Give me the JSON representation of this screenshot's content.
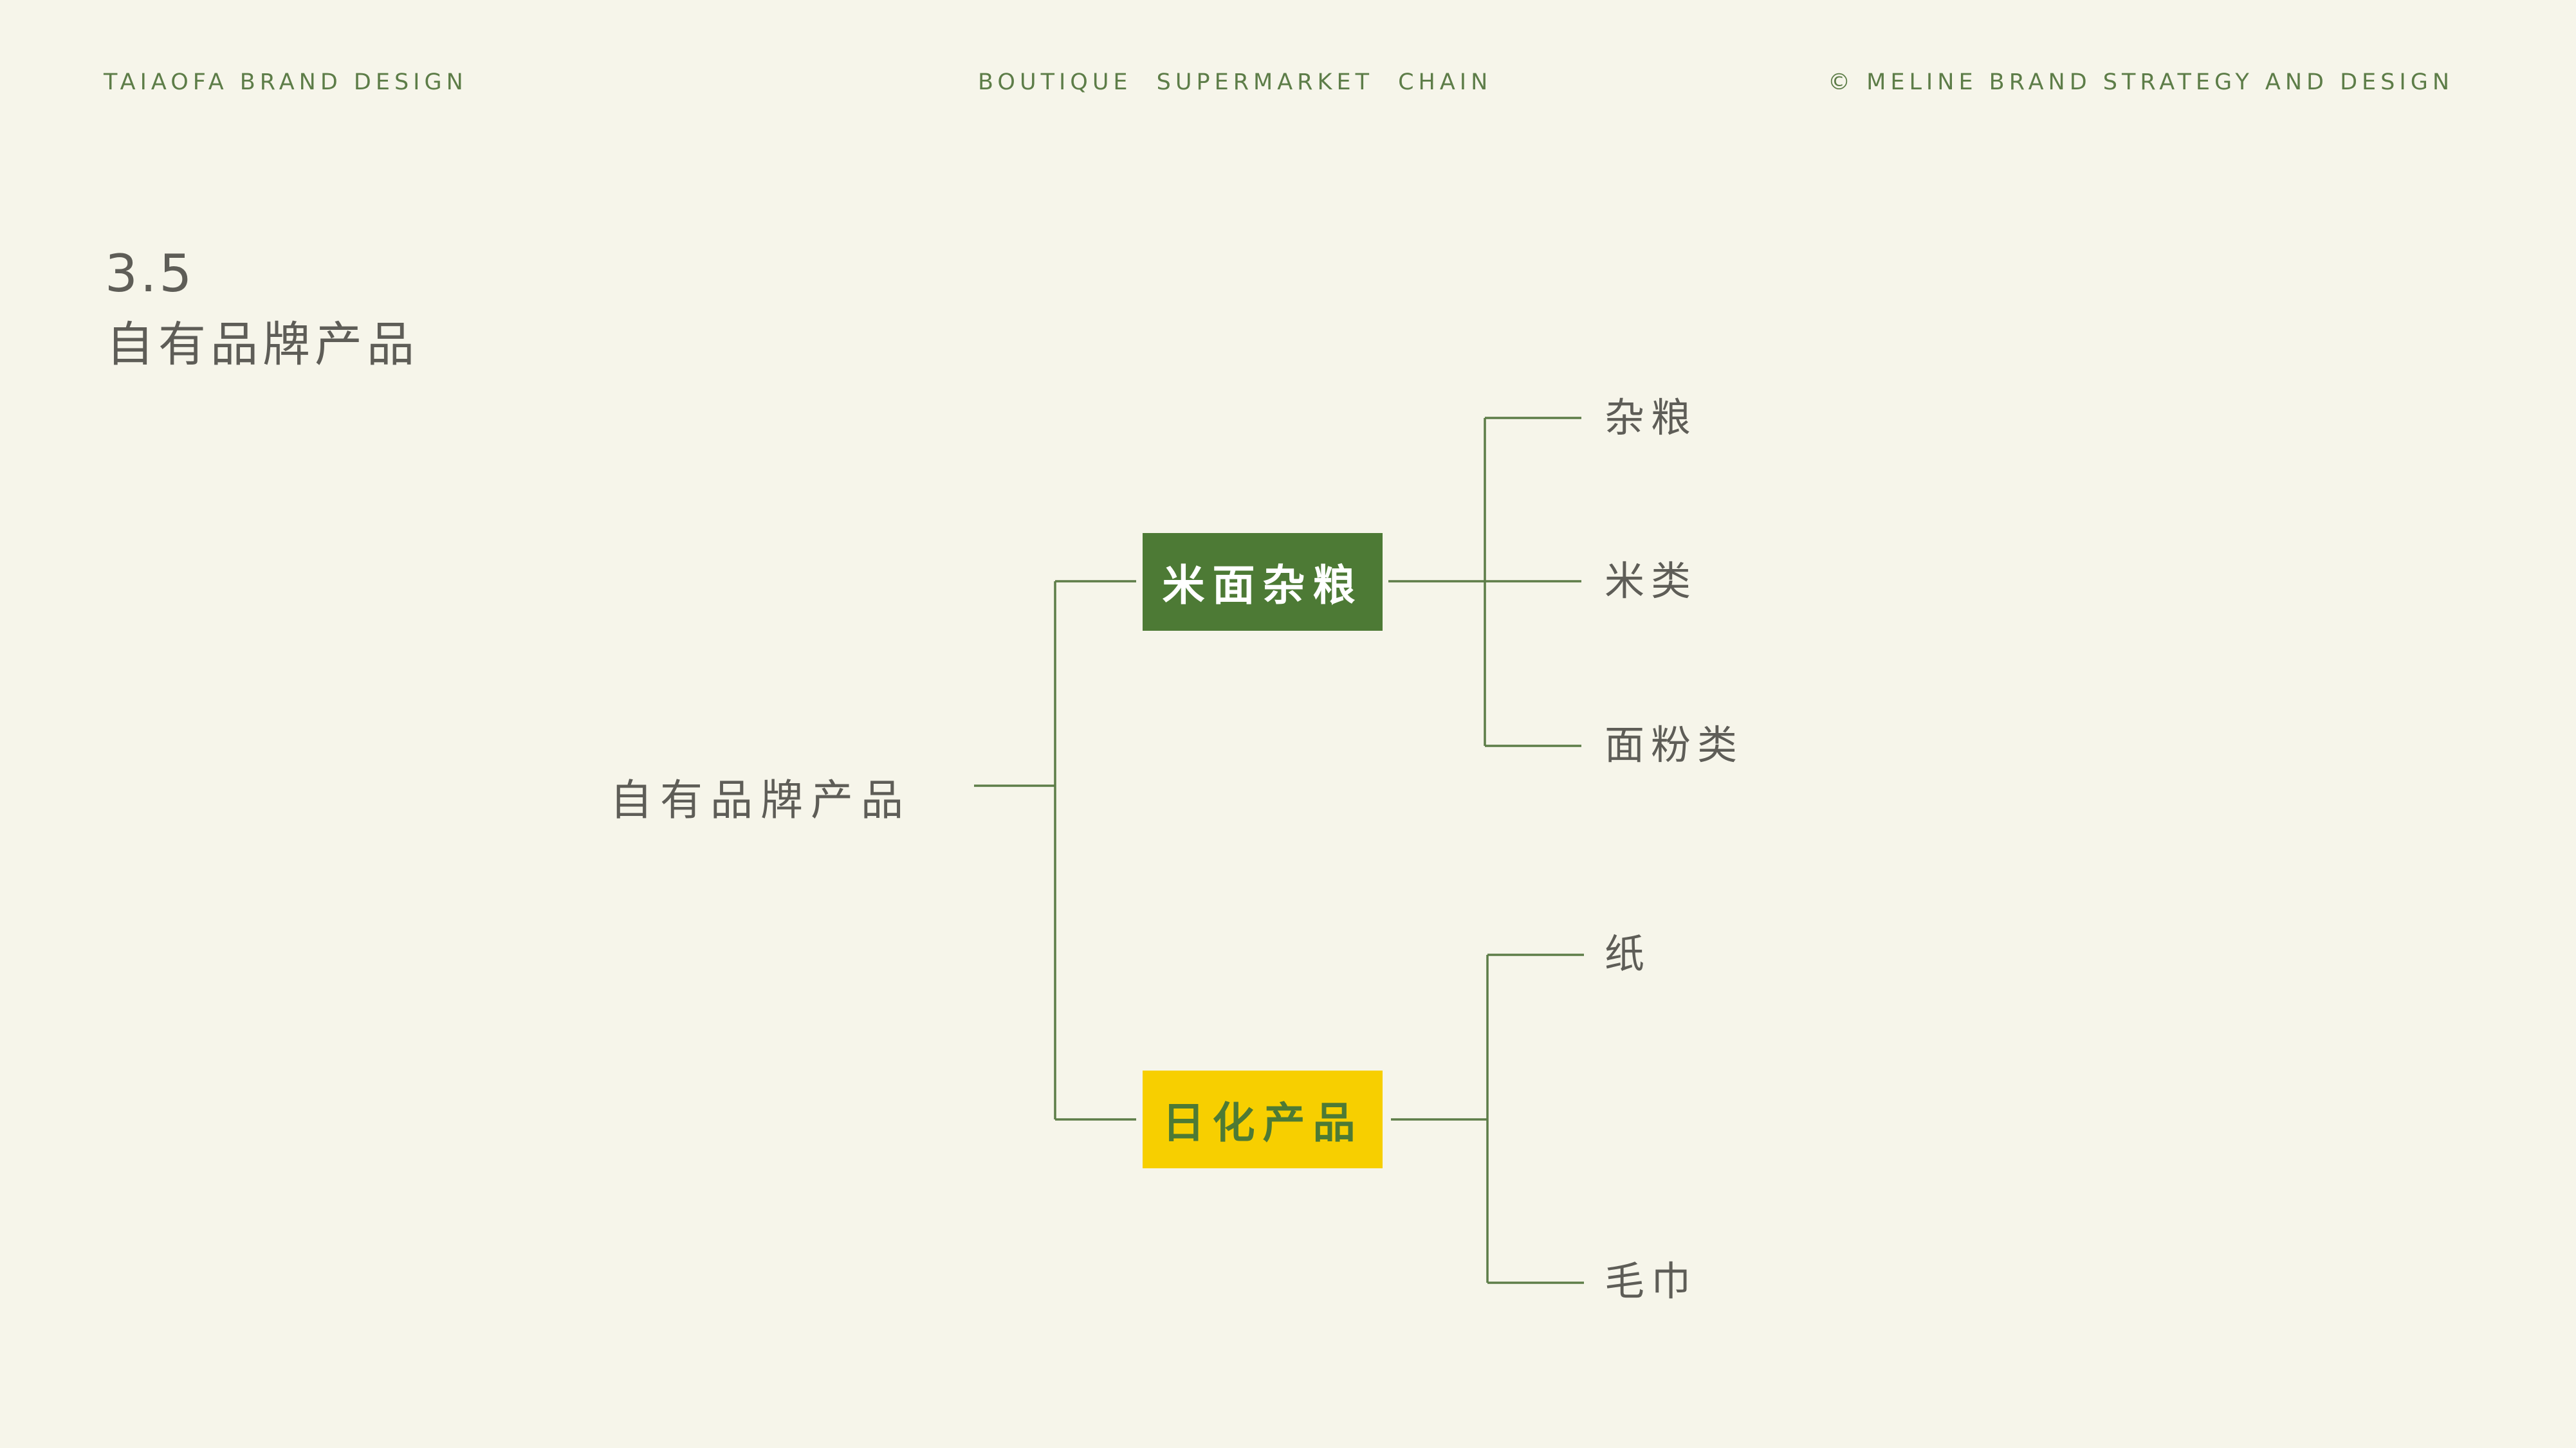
{
  "header": {
    "left": "TAIAOFA BRAND DESIGN",
    "center": "BOUTIQUE  SUPERMARKET  CHAIN",
    "right": "© MELINE BRAND STRATEGY AND DESIGN"
  },
  "section": {
    "number": "3.5",
    "title": "自有品牌产品"
  },
  "tree": {
    "root": "自有品牌产品",
    "branches": [
      {
        "label": "米面杂粮",
        "color": "#4d7a35",
        "text_color": "#ffffff",
        "children": [
          "杂粮",
          "米类",
          "面粉类"
        ]
      },
      {
        "label": "日化产品",
        "color": "#f7cf00",
        "text_color": "#4d7a35",
        "children": [
          "纸",
          "毛巾"
        ]
      }
    ]
  },
  "colors": {
    "background": "#f6f5ea",
    "line": "#5d7d48",
    "text": "#5e5d57"
  }
}
